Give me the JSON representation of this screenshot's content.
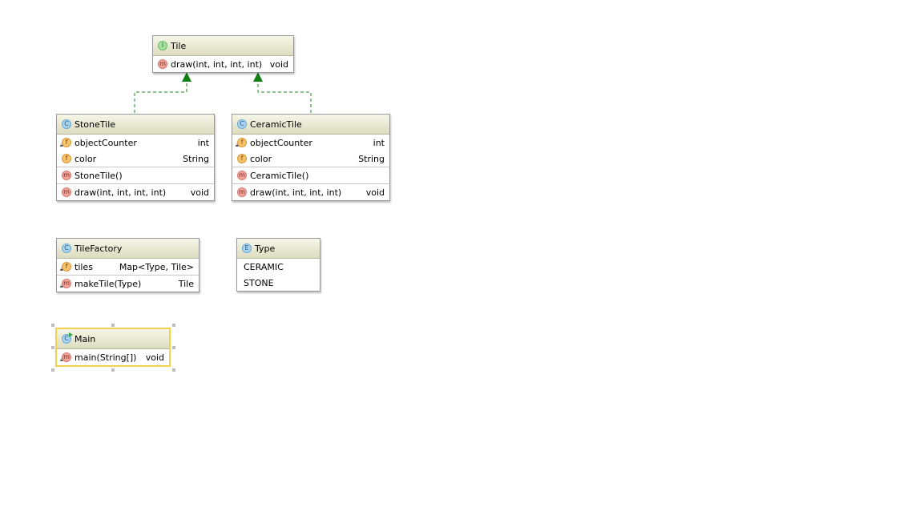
{
  "colors": {
    "edge": "#1a8a1a",
    "arrow": "#128012",
    "selected_border": "#f4d24d"
  },
  "tile": {
    "kind": "I",
    "name": "Tile",
    "methods": [
      {
        "icon": "m",
        "label": "draw(int, int, int, int)",
        "type": "void"
      }
    ]
  },
  "stone": {
    "kind": "C",
    "name": "StoneTile",
    "fields": [
      {
        "icon": "f",
        "label": "objectCounter",
        "type": "int"
      },
      {
        "icon": "f",
        "label": "color",
        "type": "String"
      }
    ],
    "constructor": {
      "icon": "m",
      "label": "StoneTile()"
    },
    "methods": [
      {
        "icon": "m",
        "label": "draw(int, int, int, int)",
        "type": "void"
      }
    ]
  },
  "ceramic": {
    "kind": "C",
    "name": "CeramicTile",
    "fields": [
      {
        "icon": "f",
        "label": "objectCounter",
        "type": "int"
      },
      {
        "icon": "f",
        "label": "color",
        "type": "String"
      }
    ],
    "constructor": {
      "icon": "m",
      "label": "CeramicTile()"
    },
    "methods": [
      {
        "icon": "m",
        "label": "draw(int, int, int, int)",
        "type": "void"
      }
    ]
  },
  "factory": {
    "kind": "C",
    "name": "TileFactory",
    "fields": [
      {
        "icon": "f",
        "label": "tiles",
        "type": "Map<Type, Tile>"
      }
    ],
    "methods": [
      {
        "icon": "m",
        "label": "makeTile(Type)",
        "type": "Tile"
      }
    ]
  },
  "type_enum": {
    "kind": "E",
    "name": "Type",
    "constants": [
      "CERAMIC",
      "STONE"
    ]
  },
  "main": {
    "kind": "C",
    "name": "Main",
    "methods": [
      {
        "icon": "m",
        "label": "main(String[])",
        "type": "void"
      }
    ]
  }
}
